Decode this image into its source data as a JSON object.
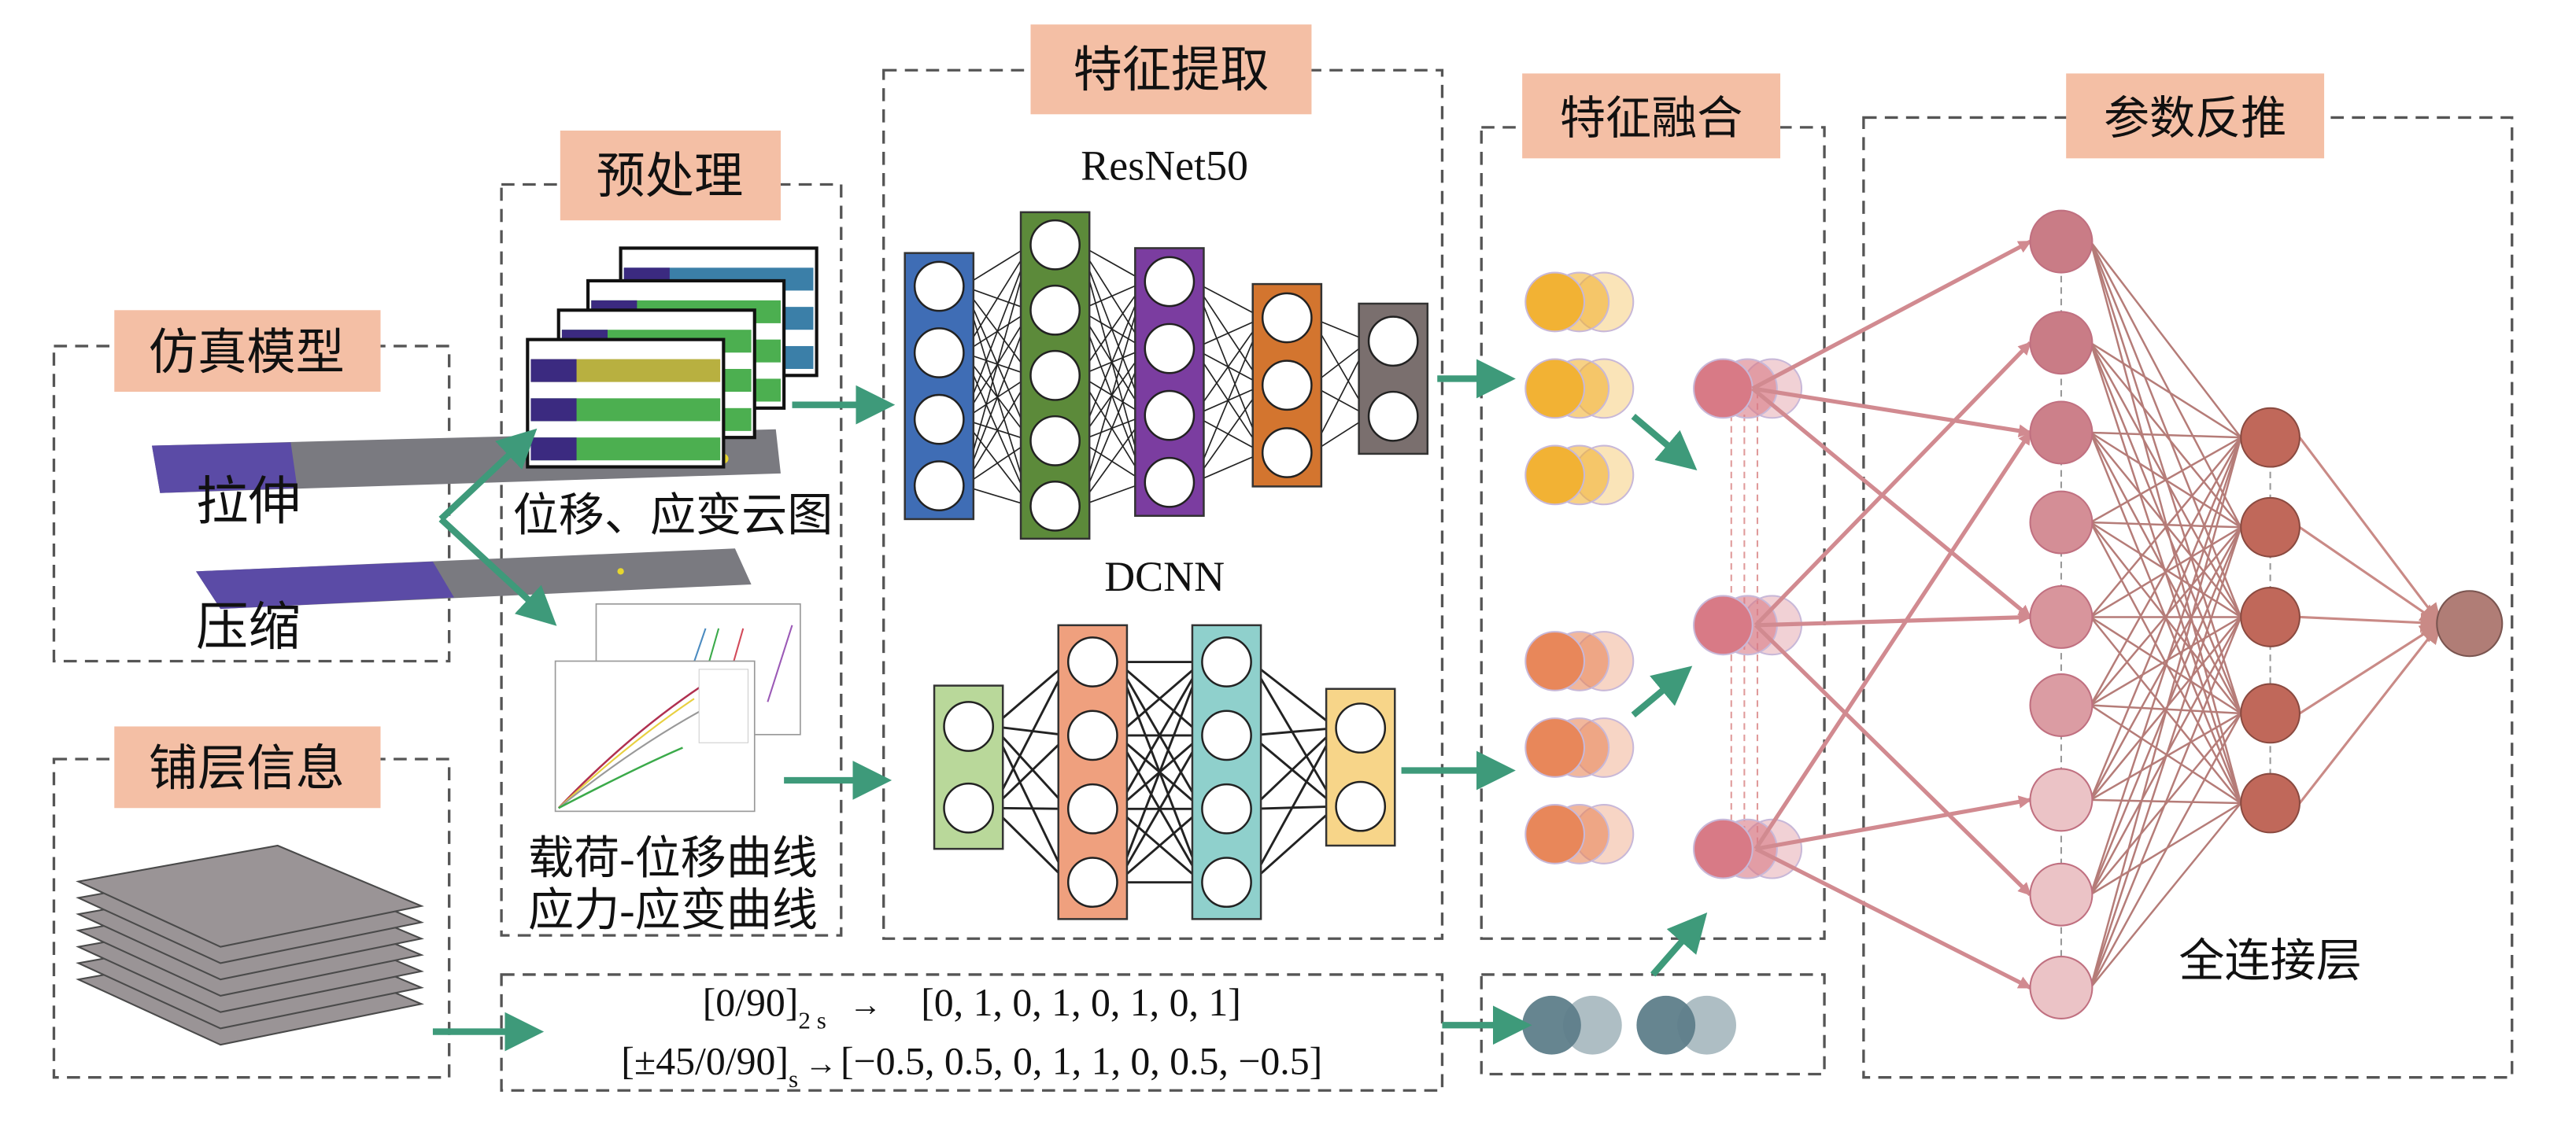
{
  "sections": {
    "simulation": "仿真模型",
    "layup": "铺层信息",
    "preprocess": "预处理",
    "feature_extraction": "特征提取",
    "feature_fusion": "特征融合",
    "parameter_inversion": "参数反推"
  },
  "simulation_items": {
    "tension": "拉伸",
    "compression": "压缩"
  },
  "preprocess_items": {
    "contour": "位移、应变云图",
    "load_curve": "载荷-位移曲线",
    "stress_curve": "应力-应变曲线"
  },
  "networks": {
    "resnet": "ResNet50",
    "dcnn": "DCNN",
    "fc": "全连接层"
  },
  "encoding": {
    "row1_layup": "[0/90]",
    "row1_sub": "2 s",
    "row1_arrow": "→",
    "row1_vector": "[0, 1, 0, 1, 0, 1, 0, 1]",
    "row2_layup": "[±45/0/90]",
    "row2_sub": "s",
    "row2_arrow": "→",
    "row2_vector": "[−0.5, 0.5, 0, 1, 1, 0, 0.5, −0.5]"
  },
  "colors": {
    "label_bg": "#F4BFA5",
    "arrow": "#3E9A7A",
    "resnet_layers": [
      "#3F6DB5",
      "#5C8A3A",
      "#7B3DA0",
      "#D3752F",
      "#7A6F6E"
    ],
    "dcnn_layers": [
      "#B9D89A",
      "#EFA07E",
      "#8FD0CC",
      "#F7D589"
    ]
  }
}
